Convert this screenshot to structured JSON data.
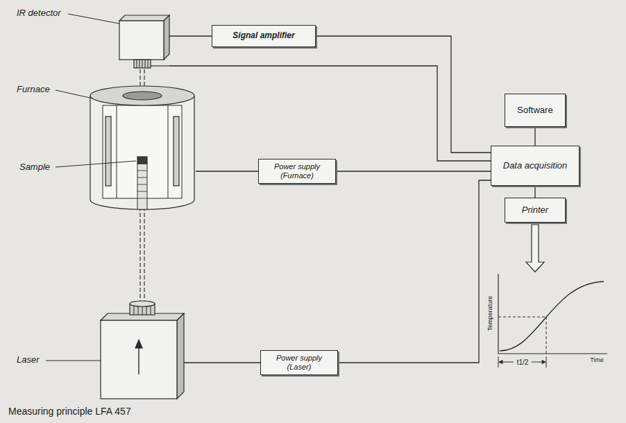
{
  "diagram": {
    "caption": "Measuring principle LFA 457",
    "nodes": [
      {
        "text": [
          "IR detector"
        ]
      },
      {
        "text": [
          "Signal amplifier"
        ]
      },
      {
        "text": [
          "Furnace"
        ]
      },
      {
        "text": [
          "Power supply (Furnace)"
        ]
      },
      {
        "text": [
          "Software"
        ]
      },
      {
        "text": [
          "Data acquisition"
        ]
      },
      {
        "text": [
          "Printer"
        ]
      },
      {
        "text": [
          "Laser"
        ]
      },
      {
        "text": [
          "Power supply (Laser)"
        ]
      }
    ],
    "edges": [
      {
        "from": 0,
        "to": 1,
        "arrow": "none"
      },
      {
        "from": 1,
        "to": 5,
        "arrow": "none"
      },
      {
        "from": 0,
        "to": 5,
        "arrow": "none"
      },
      {
        "from": 2,
        "to": 3,
        "arrow": "none"
      },
      {
        "from": 3,
        "to": 5,
        "arrow": "none"
      },
      {
        "from": 4,
        "to": 5,
        "arrow": "none"
      },
      {
        "from": 5,
        "to": 6,
        "arrow": "none"
      },
      {
        "from": 7,
        "to": 8,
        "arrow": "none"
      },
      {
        "from": 8,
        "to": 5,
        "arrow": "none"
      }
    ],
    "labels": [
      "Sample",
      "Temperature",
      "Time",
      "t1/2"
    ]
  }
}
